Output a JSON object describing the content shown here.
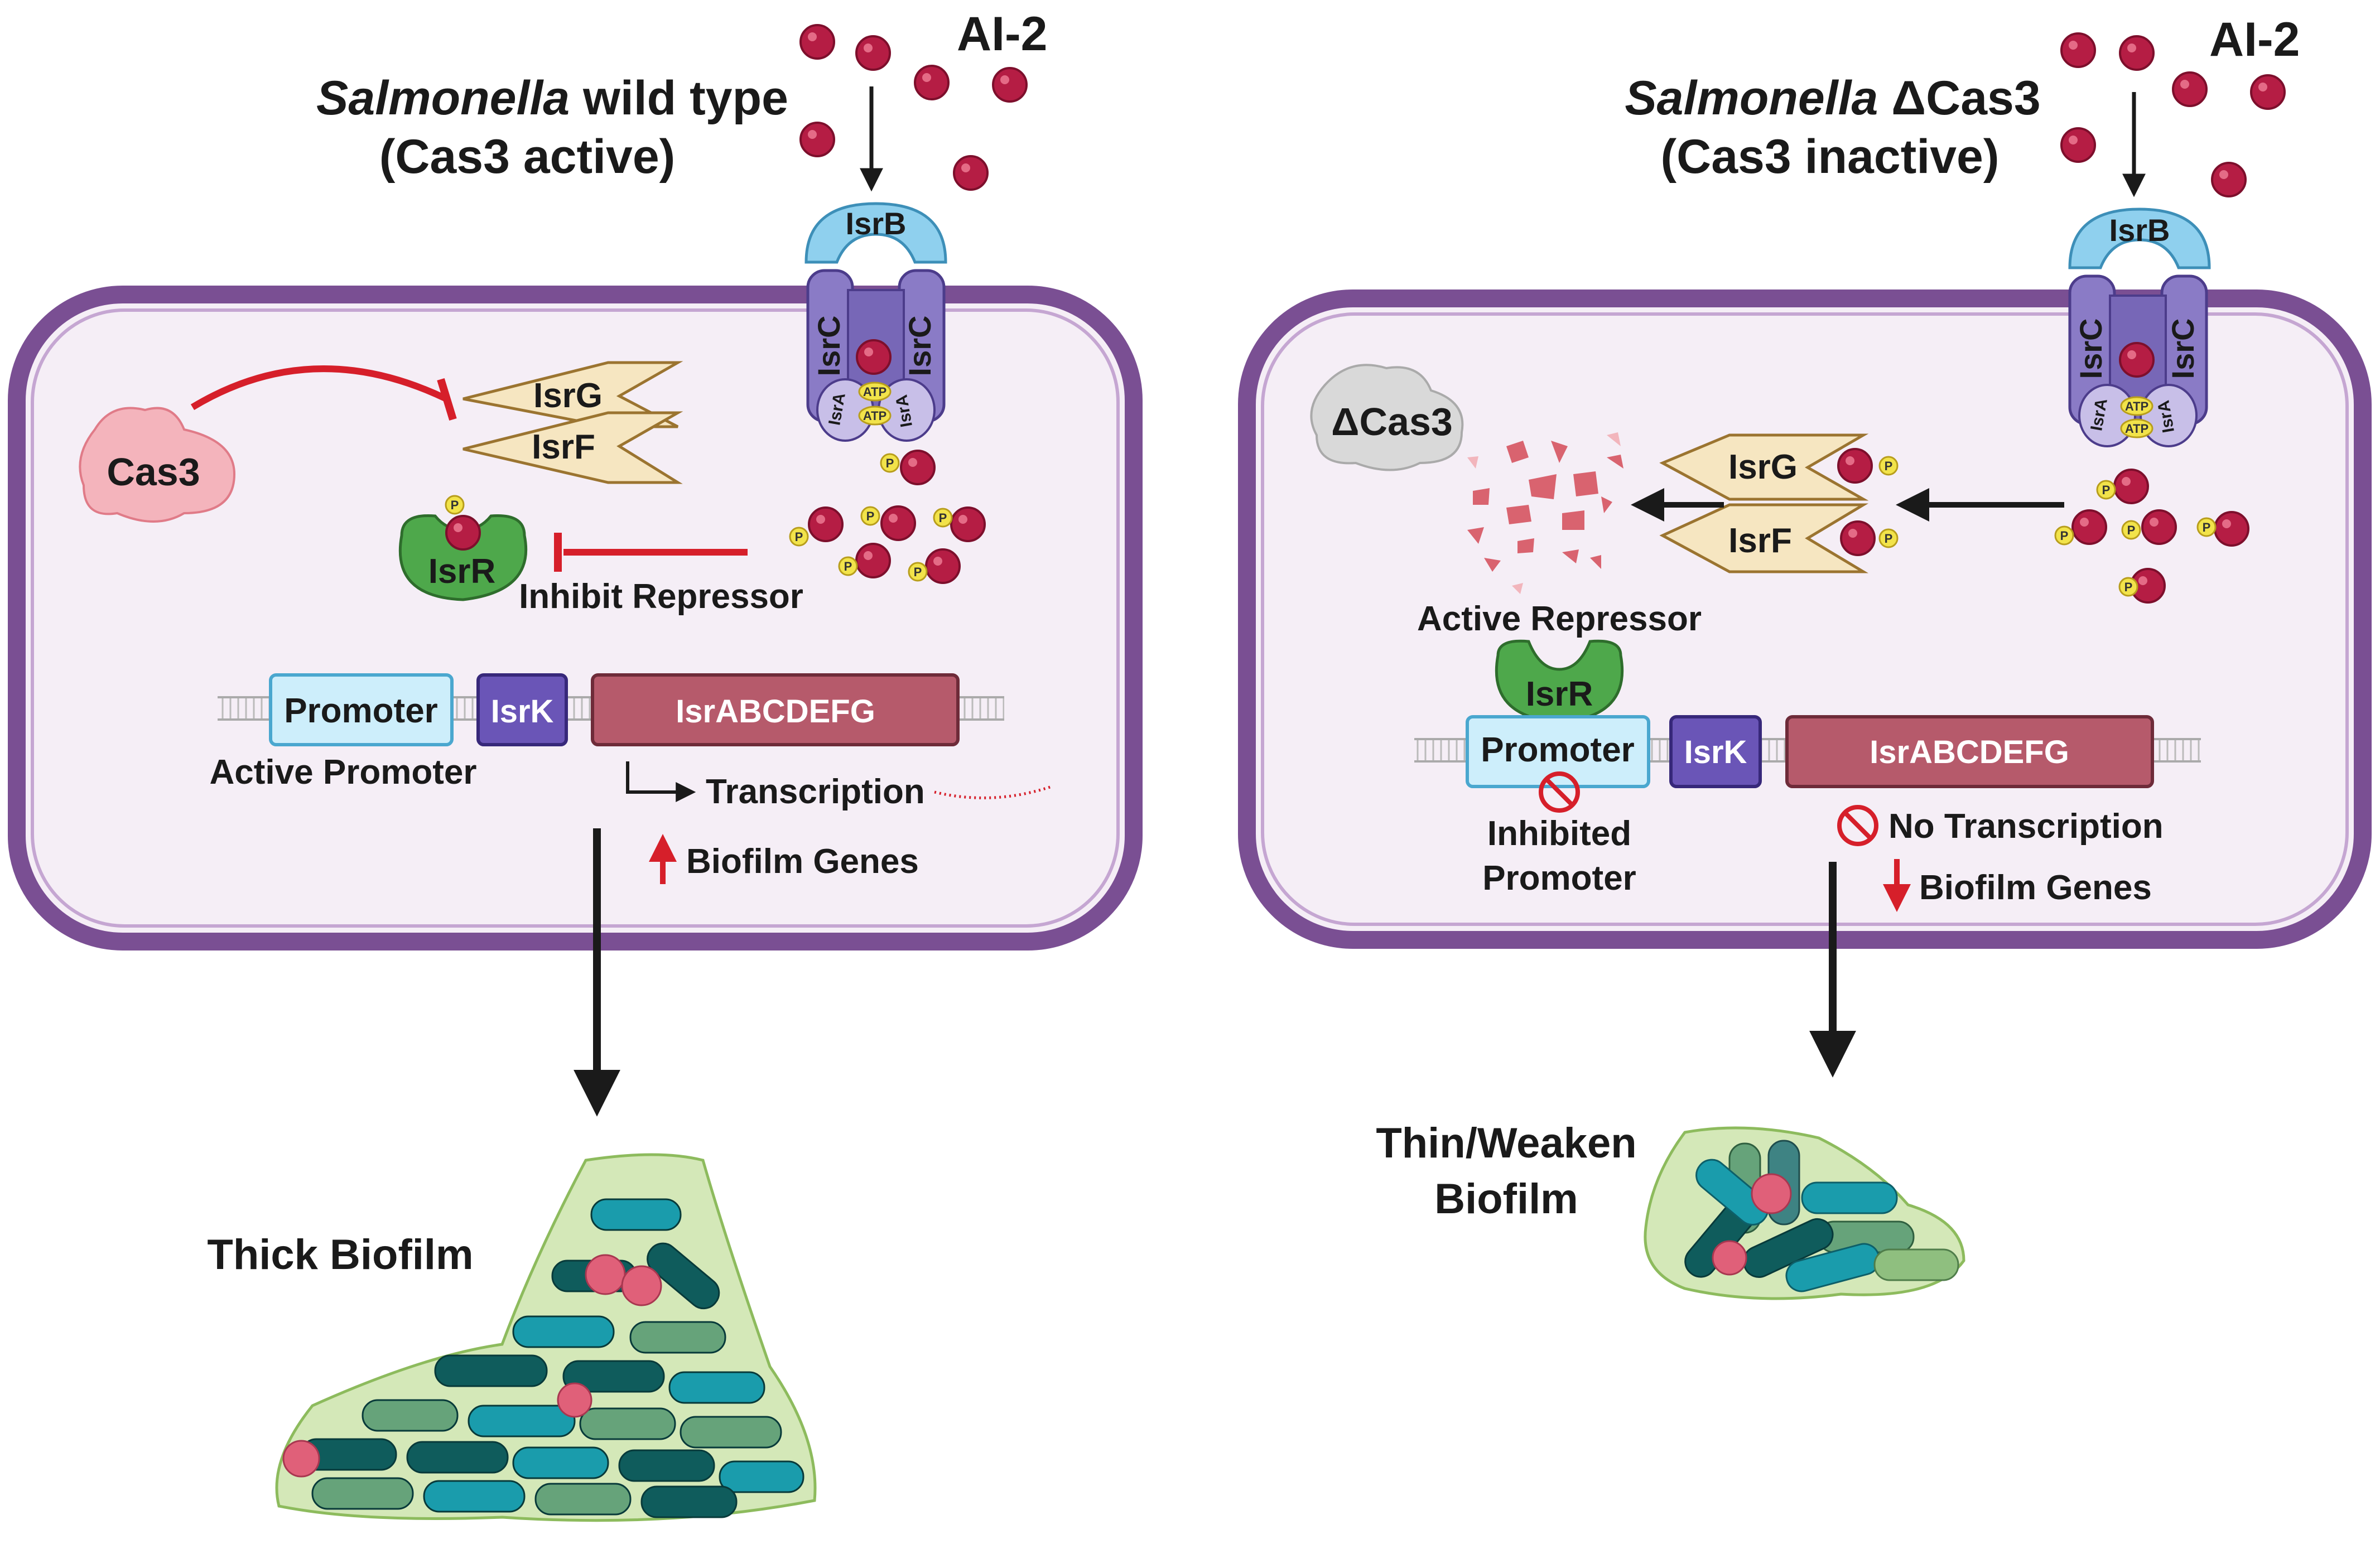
{
  "colors": {
    "membrane": "#7a4f93",
    "cytoplasm": "#f5eef6",
    "ai2": "#b51d44",
    "phosphate": "#f2e34a",
    "isrB": "#8fd0ee",
    "isrC": "#8a7bc6",
    "isrFG": "#f6e6c1",
    "isrR": "#4ea84b",
    "promoter": "#cdeefb",
    "isrK": "#6a55b7",
    "operon": "#b65a6b",
    "inhibit": "#d61f2a",
    "cas3": "#f4b4bc",
    "deltaCas3": "#d9d9d9",
    "biofilm_matrix": "#d4e8b8"
  },
  "left": {
    "title_italic": "Salmonella",
    "title_rest": " wild type",
    "title_line2": "(Cas3 active)",
    "ai2": "AI-2",
    "isrB": "IsrB",
    "isrC": "IsrC",
    "isrA": "IsrA",
    "atp": "ATP",
    "phos": "P",
    "isrG": "IsrG",
    "isrF": "IsrF",
    "cas3": "Cas3",
    "isrR": "IsrR",
    "inhibit_repressor": "Inhibit Repressor",
    "promoter": "Promoter",
    "isrK": "IsrK",
    "operon": "IsrABCDEFG",
    "active_promoter": "Active Promoter",
    "transcription": "Transcription",
    "biofilm_genes": "Biofilm Genes",
    "outcome": "Thick Biofilm"
  },
  "right": {
    "title_italic": "Salmonella",
    "title_rest": " ΔCas3",
    "title_line2": "(Cas3 inactive)",
    "ai2": "AI-2",
    "isrB": "IsrB",
    "isrC": "IsrC",
    "isrA": "IsrA",
    "atp": "ATP",
    "phos": "P",
    "isrG": "IsrG",
    "isrF": "IsrF",
    "deltaCas3": "ΔCas3",
    "active_repressor": "Active Repressor",
    "isrR": "IsrR",
    "promoter": "Promoter",
    "isrK": "IsrK",
    "operon": "IsrABCDEFG",
    "inhibited_promoter_1": "Inhibited",
    "inhibited_promoter_2": "Promoter",
    "no_transcription": "No Transcription",
    "biofilm_genes": "Biofilm Genes",
    "outcome_1": "Thin/Weaken",
    "outcome_2": "Biofilm"
  }
}
